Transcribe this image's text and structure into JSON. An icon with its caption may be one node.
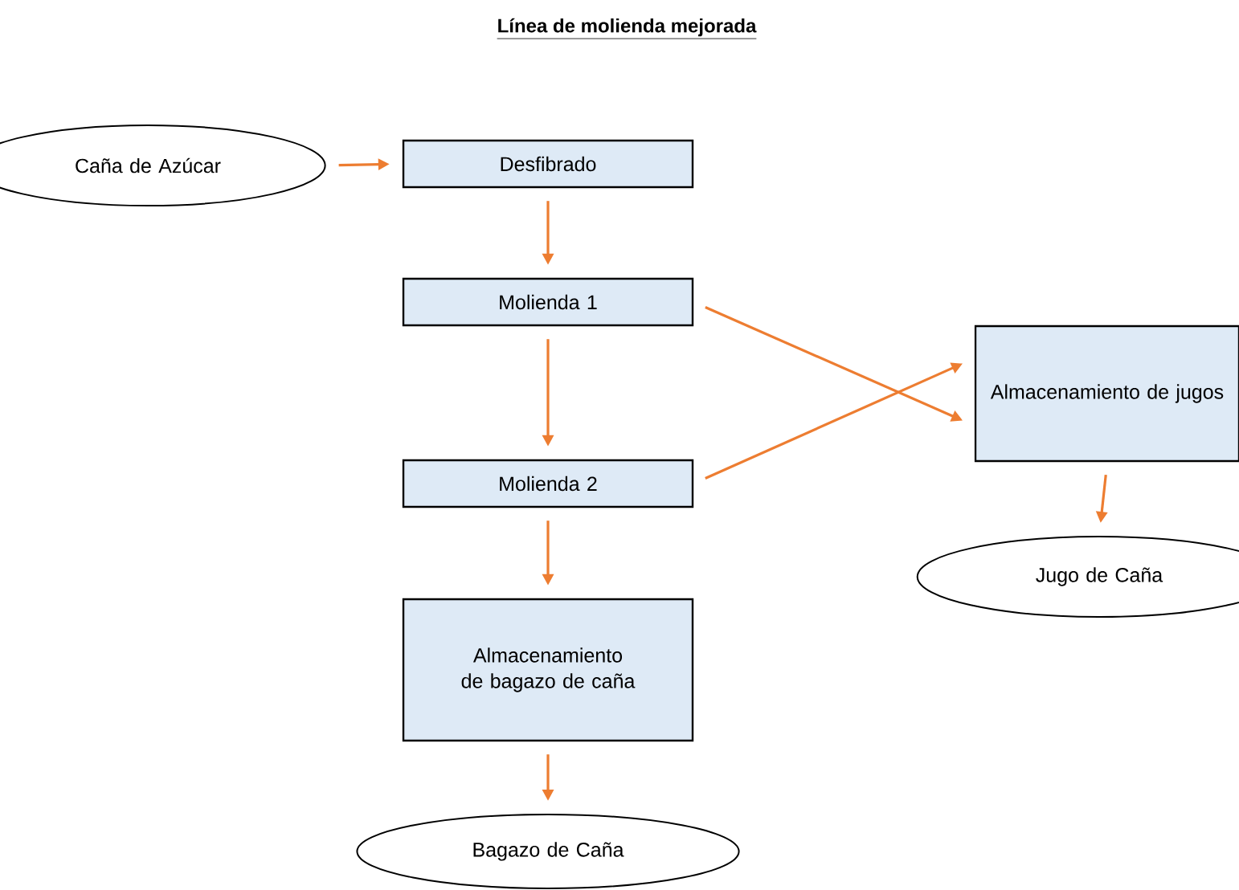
{
  "diagram": {
    "title": "Línea de molienda mejorada",
    "nodes": [
      {
        "text": [
          "Caña de Azúcar"
        ]
      },
      {
        "text": [
          "Desfibrado"
        ]
      },
      {
        "text": [
          "Molienda 1"
        ]
      },
      {
        "text": [
          "Almacenamiento de jugos"
        ]
      },
      {
        "text": [
          "Molienda 2"
        ]
      },
      {
        "text": [
          "Almacenamiento de bagazo de caña"
        ]
      },
      {
        "text": [
          "Jugo de Caña"
        ]
      },
      {
        "text": [
          "Bagazo de Caña"
        ]
      }
    ],
    "edges": [
      {
        "from": 0,
        "to": 1,
        "arrow": "to"
      },
      {
        "from": 1,
        "to": 2,
        "arrow": "to"
      },
      {
        "from": 2,
        "to": 4,
        "arrow": "to"
      },
      {
        "from": 2,
        "to": 3,
        "arrow": "to"
      },
      {
        "from": 4,
        "to": 3,
        "arrow": "to"
      },
      {
        "from": 3,
        "to": 6,
        "arrow": "to"
      },
      {
        "from": 4,
        "to": 5,
        "arrow": "to"
      },
      {
        "from": 5,
        "to": 7,
        "arrow": "to"
      }
    ]
  }
}
